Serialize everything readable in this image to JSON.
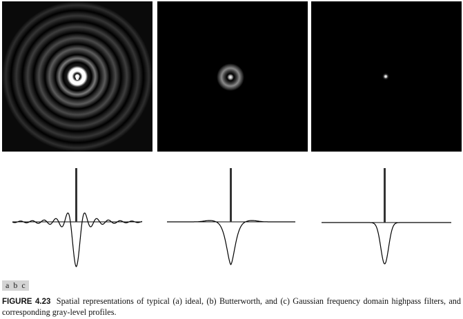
{
  "figure": {
    "number_label": "FIGURE 4.23",
    "caption_text": "Spatial representations of typical (a) ideal, (b) Butterworth, and (c) Gaussian frequency domain highpass filters, and corresponding gray-level profiles.",
    "subfigure_labels": [
      "a",
      "b",
      "c"
    ]
  },
  "colors": {
    "background": "#ffffff",
    "image_background": "#000000",
    "plot_line": "#000000",
    "label_strip": "#d4d4d4"
  }
}
